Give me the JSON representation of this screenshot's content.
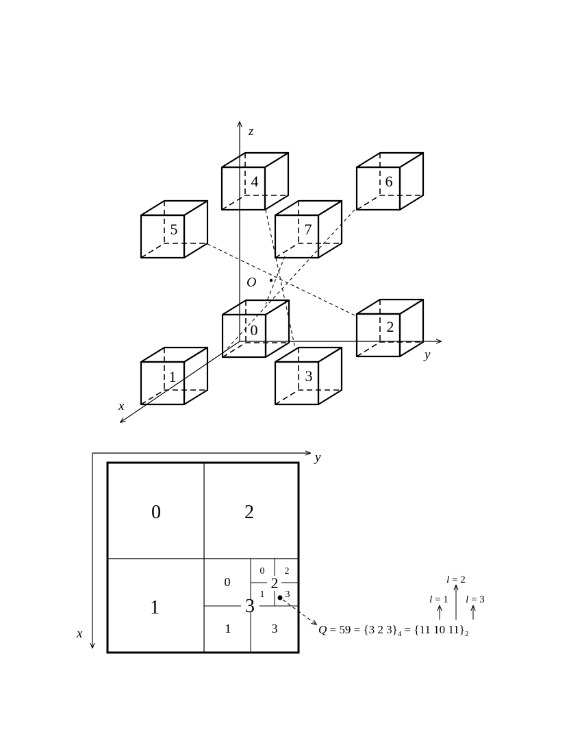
{
  "octree": {
    "axis_labels": {
      "x": "x",
      "y": "y",
      "z": "z"
    },
    "origin_label": "O",
    "cubes": [
      {
        "label": "0"
      },
      {
        "label": "1"
      },
      {
        "label": "2"
      },
      {
        "label": "3"
      },
      {
        "label": "4"
      },
      {
        "label": "5"
      },
      {
        "label": "6"
      },
      {
        "label": "7"
      }
    ]
  },
  "quadtree": {
    "axis_labels": {
      "x": "x",
      "y": "y"
    },
    "level1": [
      "0",
      "2",
      "1",
      "3"
    ],
    "level2": [
      "0",
      "1",
      "3"
    ],
    "level2_center": "3",
    "level3": [
      "0",
      "2",
      "1",
      "3"
    ],
    "level3_center": "2"
  },
  "formula": {
    "q": "Q",
    "text": " = 59 = {3 2 3}",
    "base4": "4",
    "mid": " = {11 10 11}",
    "base2": "2",
    "levels": [
      {
        "l": "l",
        "eq": " = 1"
      },
      {
        "l": "l",
        "eq": " = 2"
      },
      {
        "l": "l",
        "eq": " = 3"
      }
    ]
  }
}
